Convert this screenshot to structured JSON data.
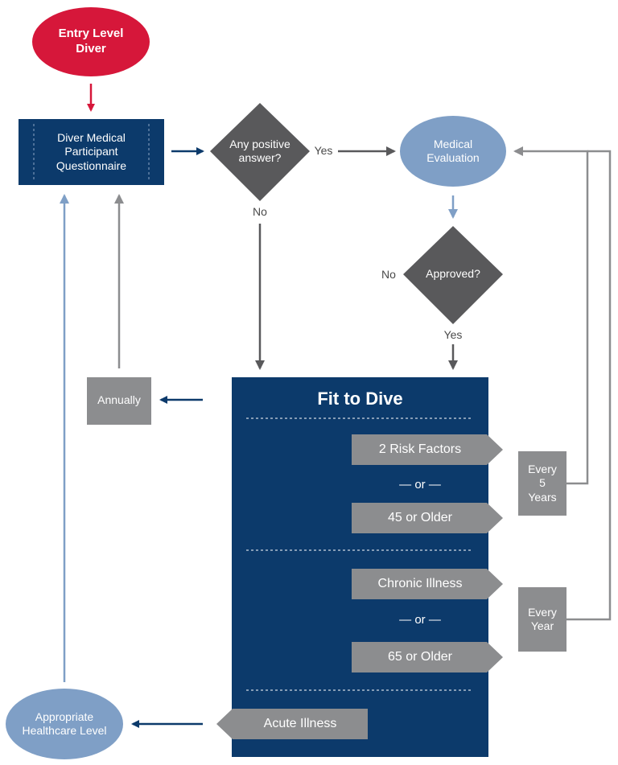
{
  "colors": {
    "red": "#d6173a",
    "navy": "#0c3a6b",
    "dark_gray": "#59595b",
    "light_blue": "#7f9fc6",
    "gray": "#8c8d8f",
    "white": "#ffffff"
  },
  "nodes": {
    "entry_level_diver": "Entry Level\nDiver",
    "questionnaire": "Diver Medical\nParticipant\nQuestionnaire",
    "any_positive_answer": "Any positive\nanswer?",
    "medical_evaluation": "Medical\nEvaluation",
    "approved": "Approved?",
    "fit_to_dive": "Fit to Dive",
    "annually": "Annually",
    "two_risk_factors": "2 Risk Factors",
    "or_1": "— or —",
    "forty_five_or_older": "45 or Older",
    "chronic_illness": "Chronic Illness",
    "or_2": "— or —",
    "sixty_five_or_older": "65 or Older",
    "acute_illness": "Acute Illness",
    "every_5_years": "Every\n5\nYears",
    "every_year": "Every\nYear",
    "appropriate_healthcare_level": "Appropriate\nHealthcare Level"
  },
  "edge_labels": {
    "yes_positive": "Yes",
    "no_positive": "No",
    "no_approved": "No",
    "yes_approved": "Yes"
  }
}
